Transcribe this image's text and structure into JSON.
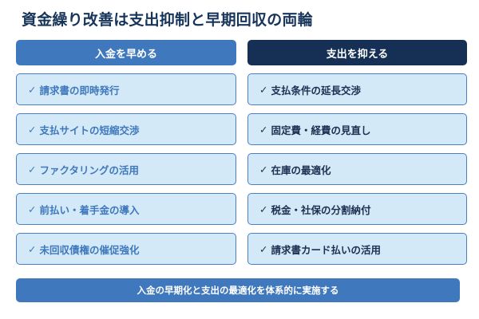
{
  "title": "資金繰り改善は支出抑制と早期回収の両輪",
  "colors": {
    "left_header": "#3f78bd",
    "right_header": "#163055",
    "card_bg": "#d4e9f7",
    "card_border": "#4a7fc0",
    "title_text": "#17355a"
  },
  "left": {
    "header": "入金を早める",
    "items": [
      {
        "check": "✓",
        "label": "請求書の即時発行"
      },
      {
        "check": "✓",
        "label": "支払サイトの短縮交渉"
      },
      {
        "check": "✓",
        "label": "ファクタリングの活用"
      },
      {
        "check": "✓",
        "label": "前払い・着手金の導入"
      },
      {
        "check": "✓",
        "label": "未回収債権の催促強化"
      }
    ]
  },
  "right": {
    "header": "支出を抑える",
    "items": [
      {
        "check": "✓",
        "label": "支払条件の延長交渉"
      },
      {
        "check": "✓",
        "label": "固定費・経費の見直し"
      },
      {
        "check": "✓",
        "label": "在庫の最適化"
      },
      {
        "check": "✓",
        "label": "税金・社保の分割納付"
      },
      {
        "check": "✓",
        "label": "請求書カード払いの活用"
      }
    ]
  },
  "summary": "入金の早期化と支出の最適化を体系的に実施する"
}
